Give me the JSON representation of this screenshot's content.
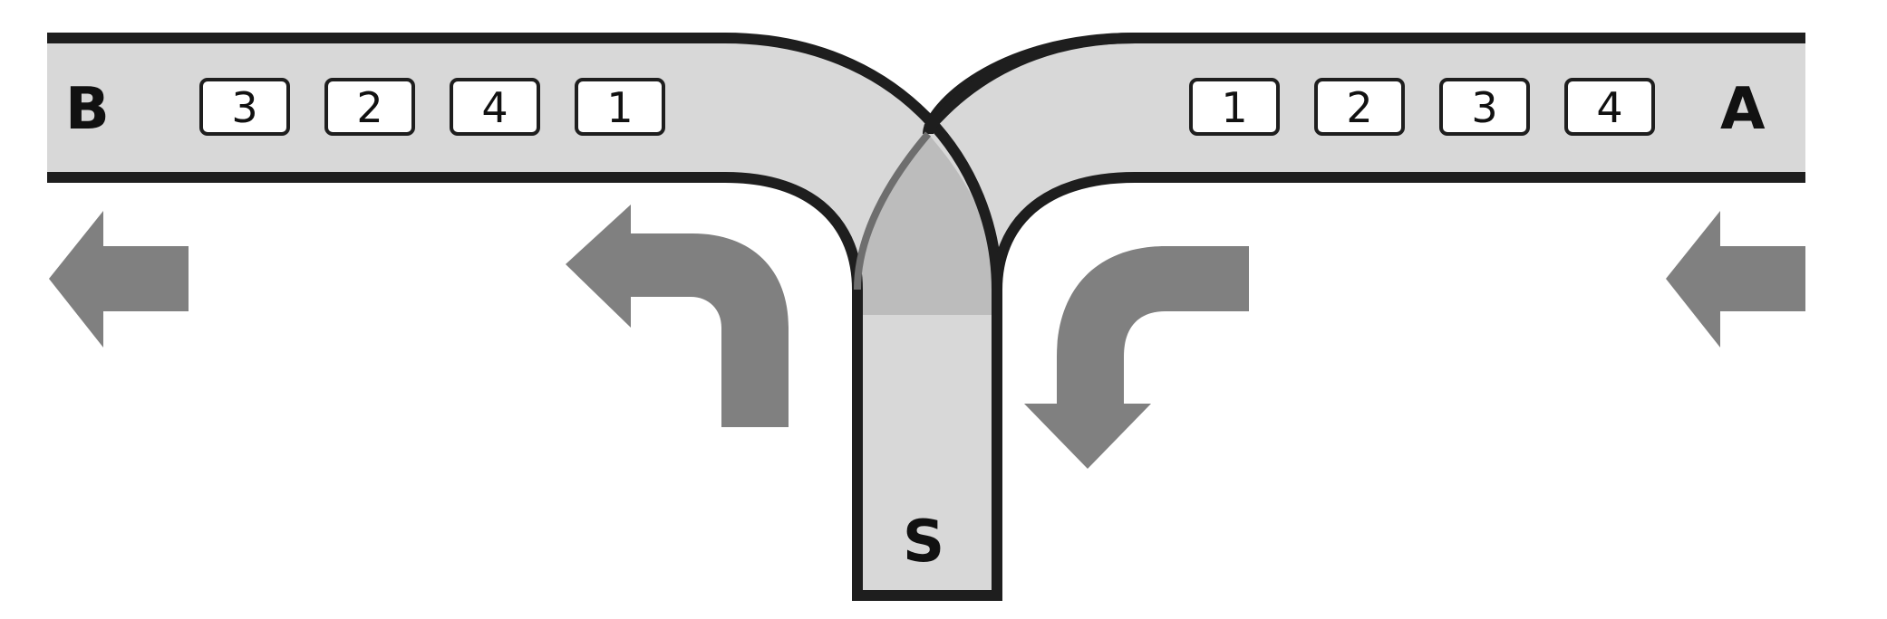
{
  "diagram": {
    "labels": {
      "left_end": "B",
      "right_end": "A",
      "siding": "S"
    },
    "train_near_B": [
      "3",
      "2",
      "4",
      "1"
    ],
    "train_near_A": [
      "1",
      "2",
      "3",
      "4"
    ],
    "colors": {
      "track_fill": "#d8d8d8",
      "track_overlap": "#bcbcbc",
      "track_border": "#1e1e1e",
      "arrow": "#808080",
      "car_fill": "#ffffff",
      "car_border": "#1e1e1e",
      "text": "#111111"
    }
  }
}
